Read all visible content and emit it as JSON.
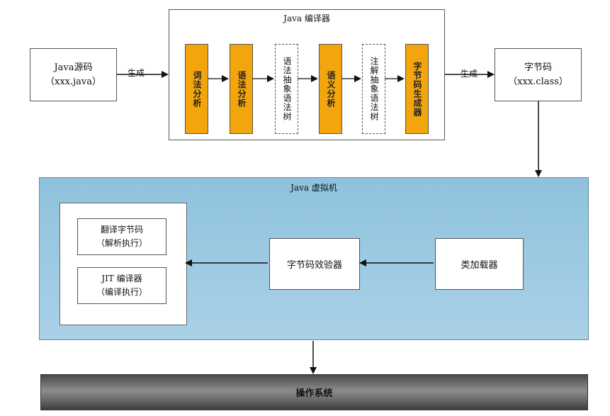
{
  "java_source": {
    "line1": "Java源码",
    "line2": "（xxx.java）"
  },
  "edge_generate_1": "生成",
  "compiler": {
    "title": "Java 编译器",
    "steps": [
      "词法分析",
      "语法分析",
      "语法抽象语法树",
      "语义分析",
      "注解抽象语法树",
      "字节码生成器"
    ]
  },
  "edge_generate_2": "生成",
  "bytecode": {
    "line1": "字节码",
    "line2": "（xxx.class）"
  },
  "jvm": {
    "title": "Java 虚拟机",
    "interpret": {
      "line1": "翻译字节码",
      "line2": "（解析执行）"
    },
    "jit": {
      "line1": "JIT 编译器",
      "line2": "（编译执行）"
    },
    "verifier": "字节码效验器",
    "class_loader": "类加载器"
  },
  "os": "操作系统",
  "colors": {
    "step_fill": "#f2a50c",
    "jvm_fill": "#9ccbe2",
    "os_fill": "#6e6e6e"
  }
}
